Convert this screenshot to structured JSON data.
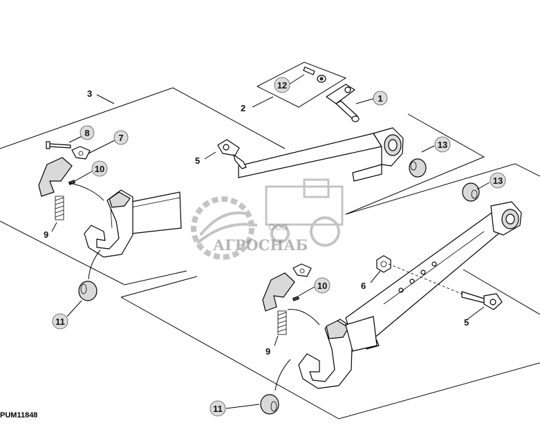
{
  "figure_code": "PUM11848",
  "watermark": {
    "company": "АГРОСНАБ",
    "prefix": "ООО"
  },
  "callouts": {
    "c1": "1",
    "c2": "2",
    "c3": "3",
    "c5a": "5",
    "c5b": "5",
    "c6": "6",
    "c7": "7",
    "c8": "8",
    "c9a": "9",
    "c9b": "9",
    "c10a": "10",
    "c10b": "10",
    "c11a": "11",
    "c11b": "11",
    "c12": "12",
    "c13a": "13",
    "c13b": "13"
  }
}
